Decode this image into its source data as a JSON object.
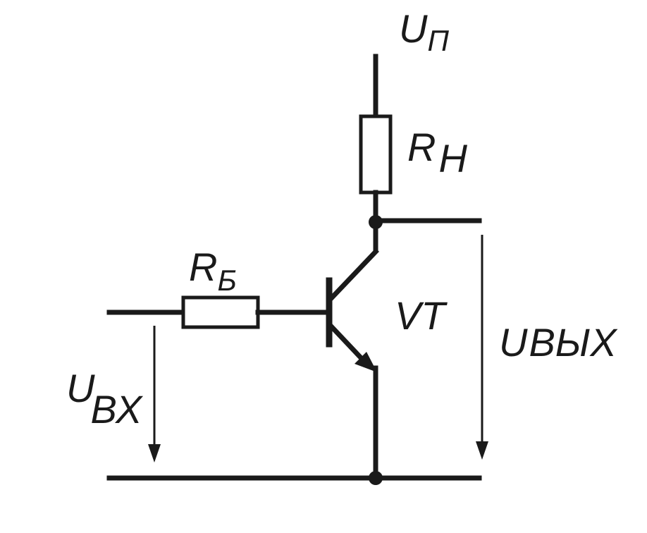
{
  "labels": {
    "supply": {
      "main": "U",
      "sub": "П"
    },
    "load_resistor": {
      "main": "R",
      "sub": "Н"
    },
    "base_resistor": {
      "main": "R",
      "sub": "Б"
    },
    "transistor": "VT",
    "input_voltage": {
      "main": "U",
      "sub": "ВХ"
    },
    "output_voltage": {
      "main": "U",
      "sub": "ВЫХ"
    }
  },
  "colors": {
    "ink": "#1a1a1a",
    "background": "#ffffff"
  }
}
